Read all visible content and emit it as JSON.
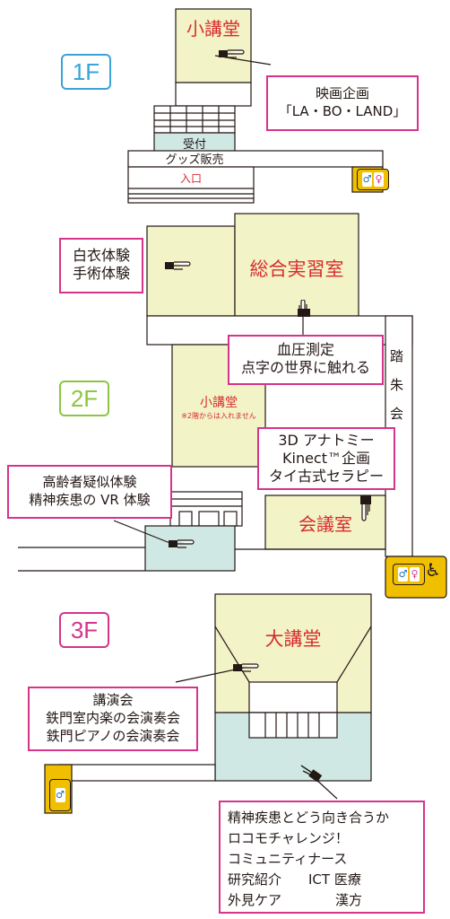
{
  "floors": [
    {
      "id": "1F",
      "label": "1F",
      "color": "#3aa3d8"
    },
    {
      "id": "2F",
      "label": "2F",
      "color": "#8cc63f"
    },
    {
      "id": "3F",
      "label": "3F",
      "color": "#d6338b"
    }
  ],
  "rooms_1f": {
    "small_hall": "小講堂",
    "reception_1": "受付",
    "reception_2": "グッズ販売",
    "entrance": "入口"
  },
  "rooms_2f": {
    "general_lab": "総合実習室",
    "small_hall": "小講堂",
    "small_hall_note": "※2階からは入れません",
    "conference": "会議室",
    "tou_shu_kai": [
      "踏",
      "朱",
      "会"
    ]
  },
  "rooms_3f": {
    "great_hall": "大講堂"
  },
  "callouts": {
    "movie": [
      "映画企画",
      "「LA・BO・LAND」"
    ],
    "white_coat": [
      "白衣体験",
      "手術体験"
    ],
    "blood_pressure": [
      "血圧測定",
      "点字の世界に触れる"
    ],
    "anatomy": [
      "3D アナトミー",
      "Kinect™企画",
      "タイ古式セラピー"
    ],
    "elderly": [
      "高齢者疑似体験",
      "精神疾患の VR 体験"
    ],
    "lecture": [
      "講演会",
      "鉄門室内楽の会演奏会",
      "鉄門ピアノの会演奏会"
    ],
    "programs": [
      "精神疾患とどう向き合うか",
      "ロコモチャレンジ！",
      "コミュニティナース",
      "研究紹介　　ICT 医療",
      "外見ケア　　　　漢方"
    ]
  },
  "colors": {
    "room": "#f3f3c8",
    "teal": "#cfe8e4",
    "callout_border": "#d6338b",
    "room_label": "#d62c2c",
    "restroom": "#f0c000"
  }
}
